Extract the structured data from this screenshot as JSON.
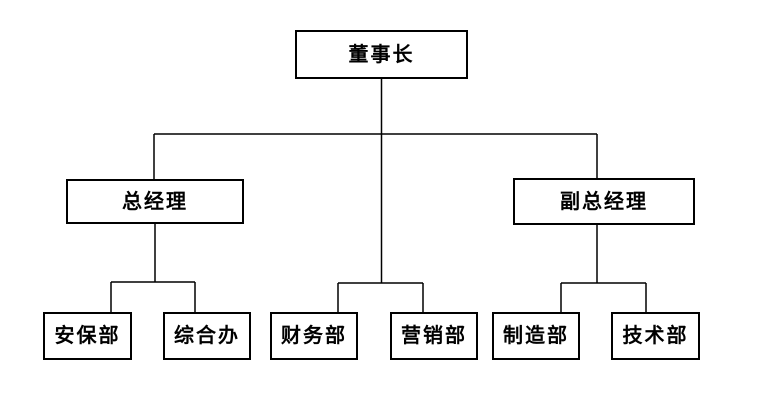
{
  "diagram": {
    "type": "org-chart",
    "background_color": "#ffffff",
    "line_color": "#000000",
    "box_border_color": "#000000",
    "text_color": "#000000"
  },
  "nodes": [
    {
      "id": "chairman",
      "label": "董事长",
      "level": 1
    },
    {
      "id": "general-manager",
      "label": "总经理",
      "level": 2
    },
    {
      "id": "deputy-general-manager",
      "label": "副总经理",
      "level": 2
    },
    {
      "id": "security-dept",
      "label": "安保部",
      "level": 3
    },
    {
      "id": "general-office",
      "label": "综合办",
      "level": 3
    },
    {
      "id": "finance-dept",
      "label": "财务部",
      "level": 3
    },
    {
      "id": "marketing-dept",
      "label": "营销部",
      "level": 3
    },
    {
      "id": "manufacturing-dept",
      "label": "制造部",
      "level": 3
    },
    {
      "id": "technology-dept",
      "label": "技术部",
      "level": 3
    }
  ],
  "edges": [
    {
      "from": "chairman",
      "to": "general-manager"
    },
    {
      "from": "chairman",
      "to": "deputy-general-manager"
    },
    {
      "from": "general-manager",
      "to": "security-dept"
    },
    {
      "from": "general-manager",
      "to": "general-office"
    },
    {
      "from": "chairman",
      "to": "finance-dept"
    },
    {
      "from": "chairman",
      "to": "marketing-dept"
    },
    {
      "from": "deputy-general-manager",
      "to": "manufacturing-dept"
    },
    {
      "from": "deputy-general-manager",
      "to": "technology-dept"
    }
  ]
}
